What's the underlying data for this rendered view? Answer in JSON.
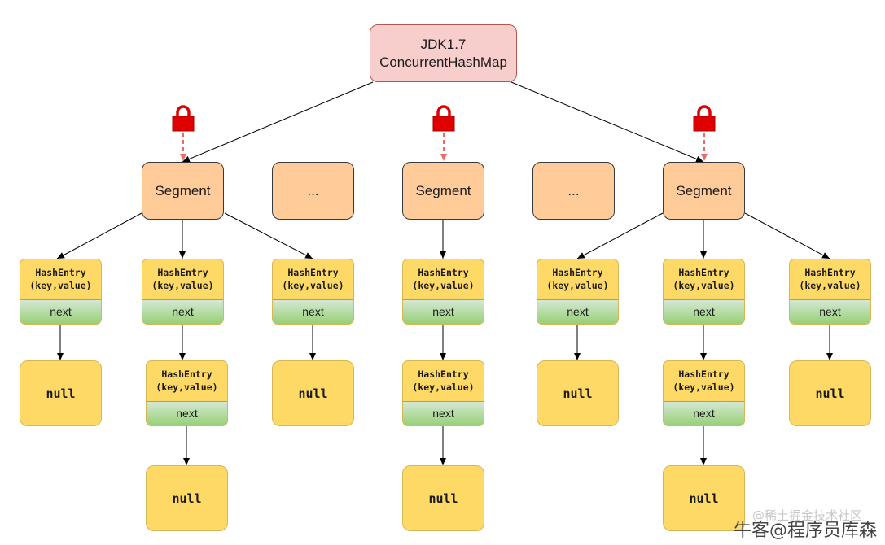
{
  "root": {
    "line1": "JDK1.7",
    "line2": "ConcurrentHashMap"
  },
  "segments": [
    {
      "label": "Segment",
      "locked": true
    },
    {
      "label": "...",
      "locked": false
    },
    {
      "label": "Segment",
      "locked": true
    },
    {
      "label": "...",
      "locked": false
    },
    {
      "label": "Segment",
      "locked": true
    }
  ],
  "hash_entry": {
    "title": "HashEntry",
    "fields": "(key,value)",
    "next_label": "next"
  },
  "null_label": "null",
  "colors": {
    "root_fill": "#f8cecc",
    "root_stroke": "#b85450",
    "segment_fill": "#ffcc99",
    "entry_fill": "#ffd966",
    "next_fill": "#97d077",
    "lock_red": "#e00000",
    "lock_arrow": "#ea6b66"
  },
  "icons": [
    "lock-icon"
  ],
  "watermark": {
    "main": "牛客@程序员库森",
    "faint": "@稀土掘金技术社区"
  }
}
